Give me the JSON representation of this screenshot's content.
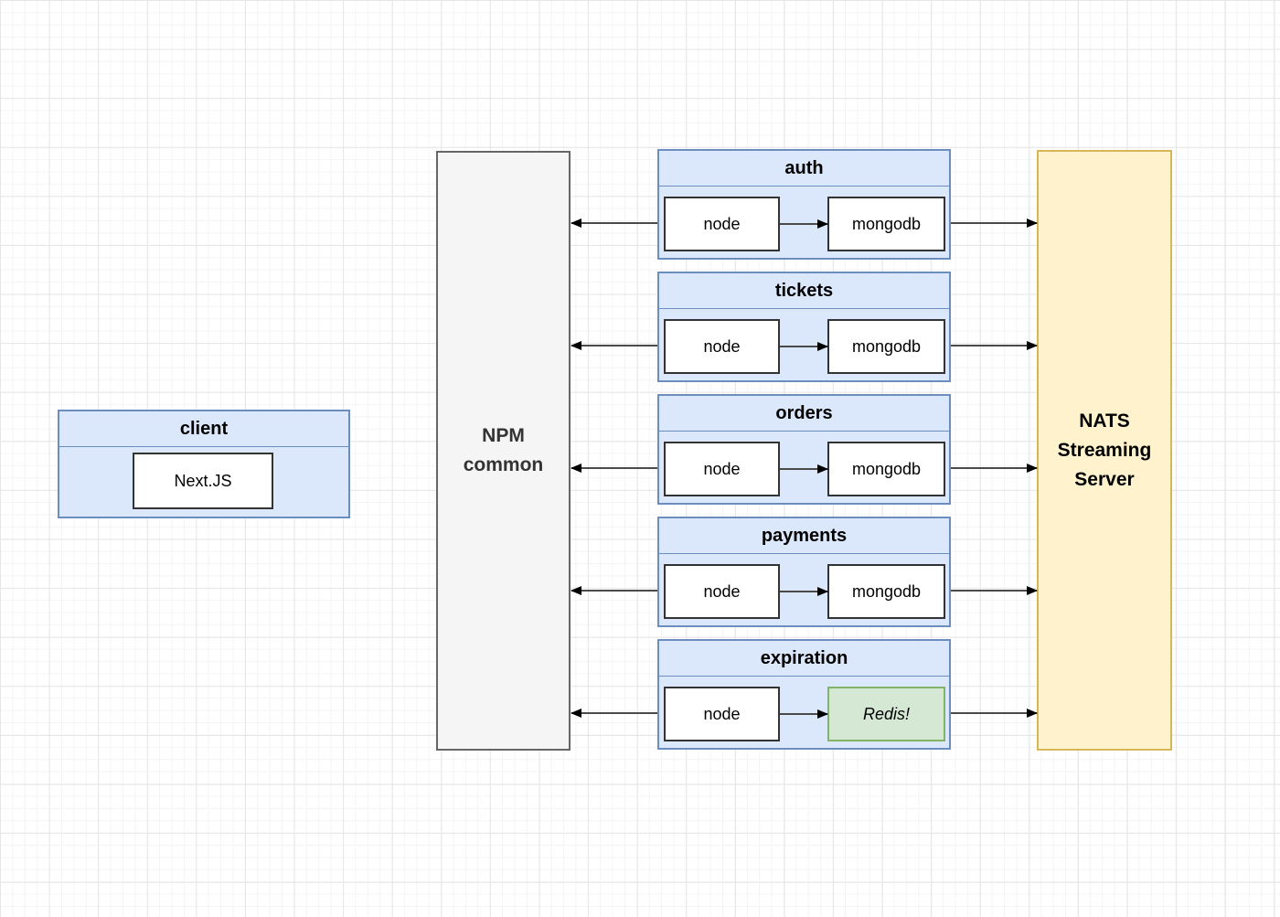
{
  "diagram": {
    "client": {
      "title": "client",
      "component": "Next.JS"
    },
    "npm_common": {
      "label": "NPM\ncommon"
    },
    "nats": {
      "label": "NATS\nStreaming\nServer"
    },
    "services": [
      {
        "title": "auth",
        "runtime": "node",
        "datastore": "mongodb"
      },
      {
        "title": "tickets",
        "runtime": "node",
        "datastore": "mongodb"
      },
      {
        "title": "orders",
        "runtime": "node",
        "datastore": "mongodb"
      },
      {
        "title": "payments",
        "runtime": "node",
        "datastore": "mongodb"
      },
      {
        "title": "expiration",
        "runtime": "node",
        "datastore": "Redis!"
      }
    ],
    "colors": {
      "service_fill": "#dbe8fc",
      "service_border": "#6c8ebf",
      "npm_fill": "#f5f5f5",
      "npm_border": "#666666",
      "nats_fill": "#fff2cc",
      "nats_border": "#d6b656",
      "redis_fill": "#d5e8d4",
      "redis_border": "#82b366",
      "arrow": "#4a4a4a"
    }
  }
}
